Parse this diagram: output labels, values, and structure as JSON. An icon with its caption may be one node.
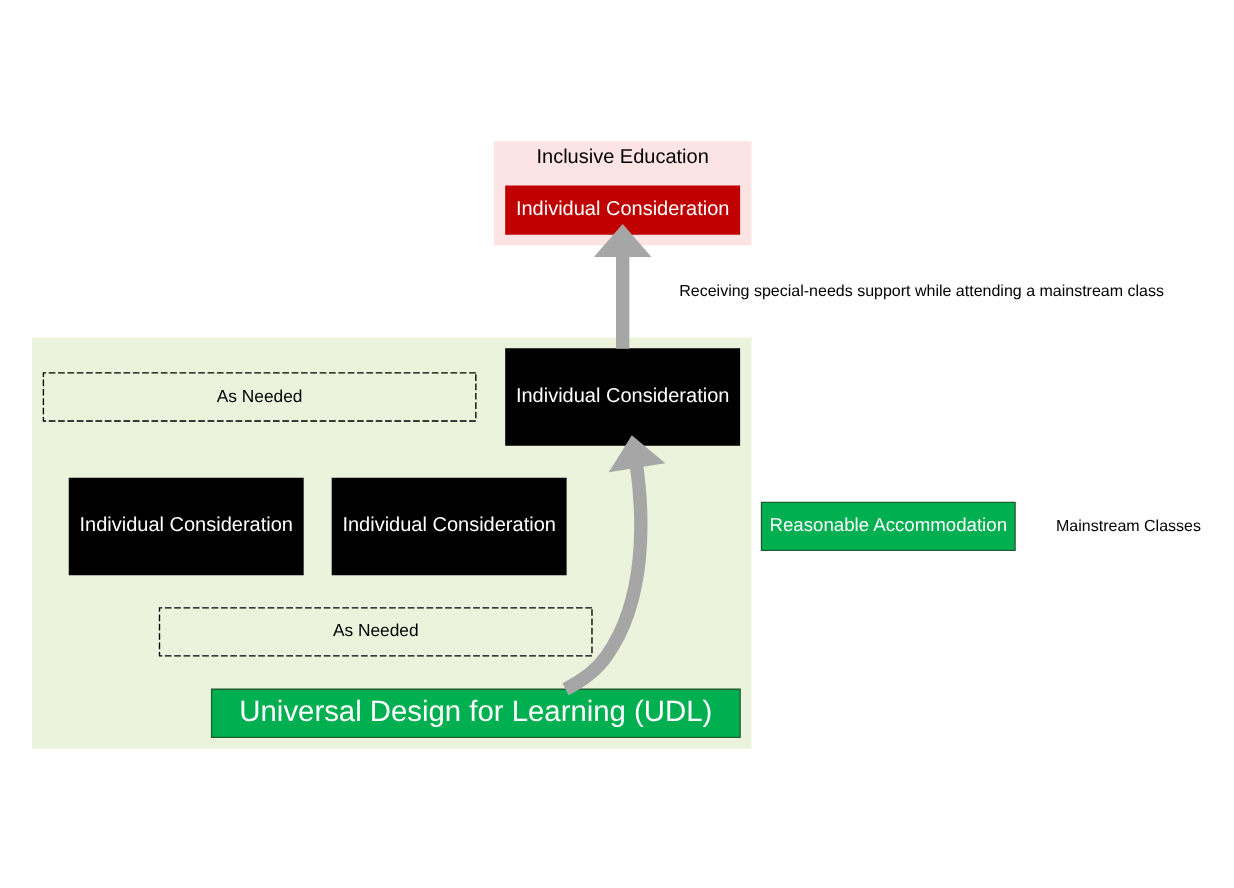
{
  "diagram": {
    "nodes": [
      {
        "text": [
          "Inclusive Education"
        ]
      },
      {
        "text": [
          "Individual Consideration"
        ],
        "in": 0
      },
      {
        "text": [],
        "shape": "box"
      },
      {
        "text": [
          "As Needed"
        ],
        "in": 2
      },
      {
        "text": [
          "Individual Consideration"
        ],
        "in": 2
      },
      {
        "text": [
          "Individual Consideration"
        ],
        "in": 2
      },
      {
        "text": [
          "Individual Consideration"
        ],
        "in": 2
      },
      {
        "text": [
          "As Needed"
        ],
        "in": 2
      },
      {
        "text": [
          "Universal Design for Learning (UDL)"
        ],
        "in": 2
      },
      {
        "text": [
          "Reasonable Accommodation"
        ]
      }
    ],
    "edges": [
      {
        "from": 8,
        "to": 5,
        "arrow": "to"
      },
      {
        "from": 5,
        "to": 1,
        "arrow": "to"
      }
    ],
    "labels": [
      "Receiving special-needs support while attending a mainstream class",
      "Mainstream Classes"
    ]
  }
}
